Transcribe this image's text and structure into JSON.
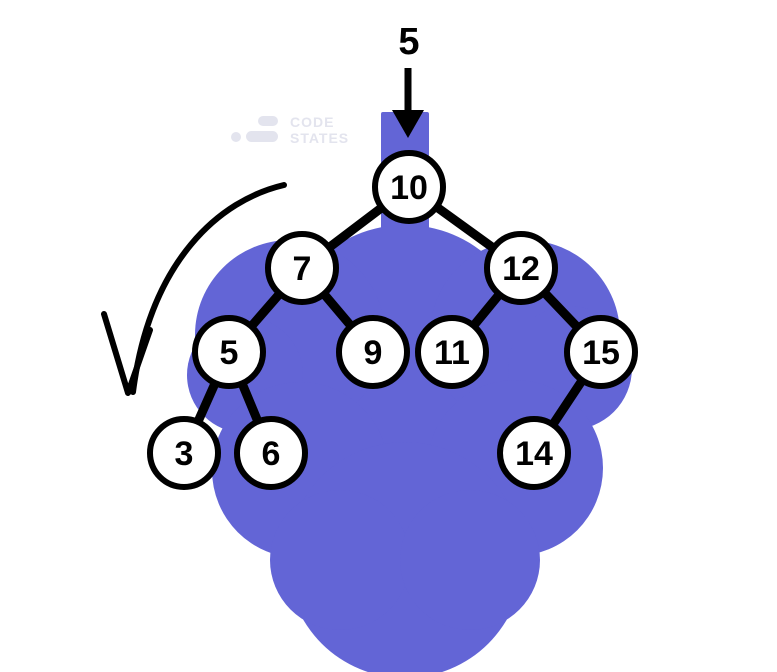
{
  "diagram": {
    "insert_value": "5",
    "logo": {
      "line1": "CODE",
      "line2": "STATES"
    },
    "nodes": [
      {
        "id": "n10",
        "label": "10"
      },
      {
        "id": "n7",
        "label": "7"
      },
      {
        "id": "n12",
        "label": "12"
      },
      {
        "id": "n5",
        "label": "5"
      },
      {
        "id": "n9",
        "label": "9"
      },
      {
        "id": "n11",
        "label": "11"
      },
      {
        "id": "n15",
        "label": "15"
      },
      {
        "id": "n3",
        "label": "3"
      },
      {
        "id": "n6",
        "label": "6"
      },
      {
        "id": "n14",
        "label": "14"
      }
    ],
    "edges": [
      [
        "n10",
        "n7"
      ],
      [
        "n10",
        "n12"
      ],
      [
        "n7",
        "n5"
      ],
      [
        "n7",
        "n9"
      ],
      [
        "n12",
        "n11"
      ],
      [
        "n12",
        "n15"
      ],
      [
        "n5",
        "n3"
      ],
      [
        "n5",
        "n6"
      ],
      [
        "n15",
        "n14"
      ]
    ],
    "colors": {
      "blob": "#6365d6",
      "node_fill": "#ffffff",
      "stroke": "#000000",
      "logo": "#e3e4ee"
    }
  }
}
